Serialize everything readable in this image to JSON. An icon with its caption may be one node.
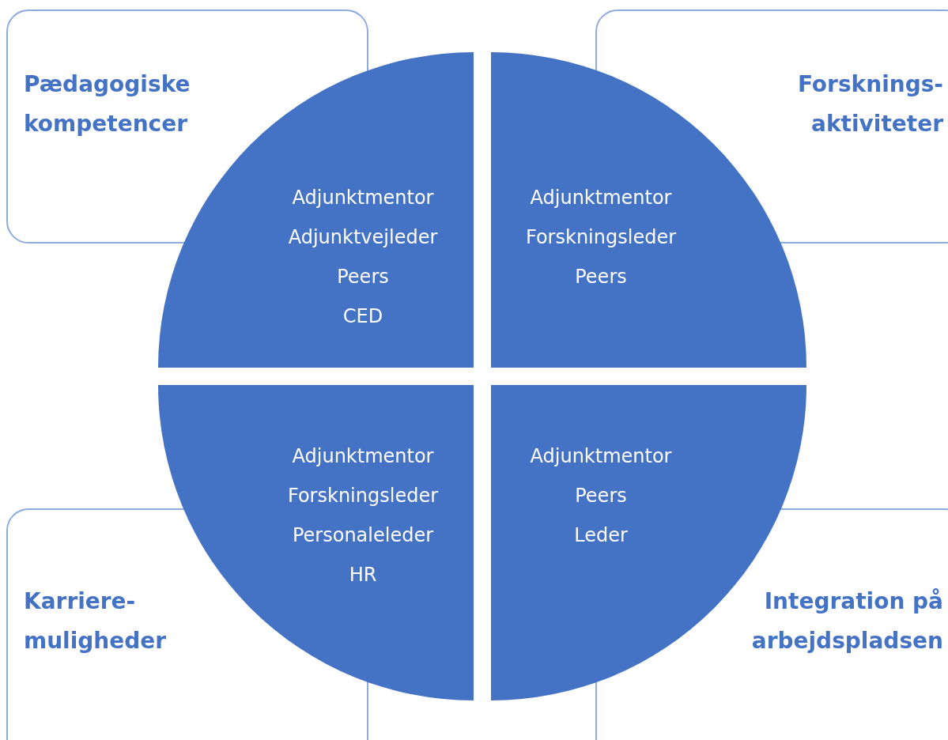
{
  "diagram": {
    "nodes": [
      {
        "text": [
          "Pædagogiske kompetencer"
        ]
      },
      {
        "text": [
          "Forsknings-aktiviteter"
        ]
      },
      {
        "text": [
          "Karriere-muligheder"
        ]
      },
      {
        "text": [
          "Integration på arbejdspladsen"
        ]
      },
      {
        "text": [
          "Adjunktmentor",
          "Adjunktvejleder",
          "Peers",
          "CED"
        ]
      },
      {
        "text": [
          "Adjunktmentor",
          "Forskningsleder",
          "Peers"
        ]
      },
      {
        "text": [
          "Adjunktmentor",
          "Forskningsleder",
          "Personaleleder",
          "HR"
        ]
      },
      {
        "text": [
          "Adjunktmentor",
          "Peers",
          "Leder"
        ]
      }
    ],
    "edges": []
  }
}
